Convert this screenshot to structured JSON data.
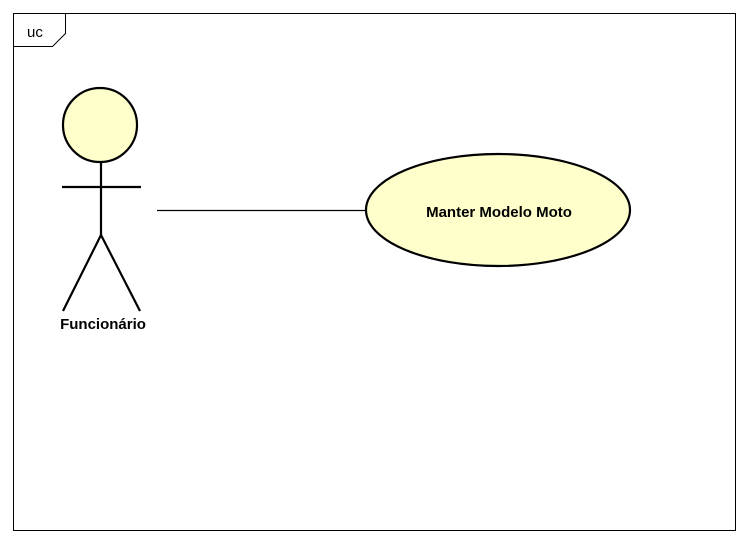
{
  "frame": {
    "label": "uc"
  },
  "actor": {
    "name": "Funcionário",
    "icon": "stick-figure-actor-icon",
    "fill_color": "#ffffcc",
    "stroke_color": "#000000"
  },
  "use_case": {
    "name": "Manter Modelo Moto",
    "fill_color": "#ffffcc",
    "stroke_color": "#000000"
  },
  "association": {
    "from": "Funcionário",
    "to": "Manter Modelo Moto"
  }
}
